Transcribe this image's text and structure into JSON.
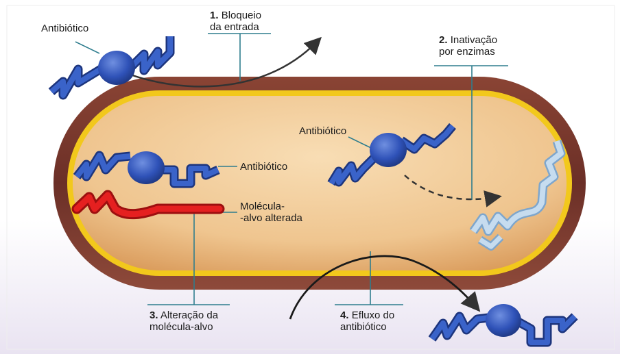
{
  "labels": {
    "antibiotic_outside": "Antibiótico",
    "step1_num": "1.",
    "step1_line1": "Bloqueio",
    "step1_line2": "da entrada",
    "step2_num": "2.",
    "step2_line1": "Inativação",
    "step2_line2": "por enzimas",
    "antibiotic_inside_right": "Antibiótico",
    "antibiotic_inside_left": "Antibiótico",
    "target_line1": "Molécula-",
    "target_line2": "-alvo alterada",
    "step3_num": "3.",
    "step3_line1": "Alteração da",
    "step3_line2": "molécula-alvo",
    "step4_num": "4.",
    "step4_line1": "Efluxo do",
    "step4_line2": "antibiótico"
  },
  "colors": {
    "cell_wall": "#6e3229",
    "membrane": "#f2c81c",
    "cytoplasm": "#f0c896",
    "antibiotic": "#2f52b8",
    "inactivated_antibiotic": "#a9c8e4",
    "altered_target": "#e01818",
    "leader_line": "#2e7d8e"
  }
}
